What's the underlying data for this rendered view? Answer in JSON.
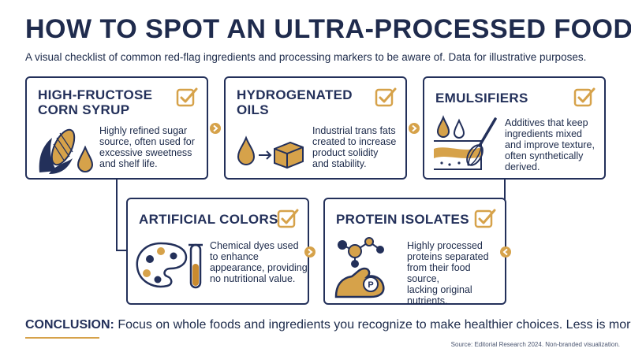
{
  "title": "HOW TO SPOT AN ULTRA-PROCESSED FOOD",
  "subtitle": "A visual checklist of common red-flag ingredients and processing markers to be aware of. Data for illustrative purposes.",
  "cards": [
    {
      "title_line1": "HIGH-FRUCTOSE",
      "title_line2": "CORN SYRUP",
      "desc_lines": [
        "Highly refined sugar",
        "source, often used for",
        "excessive sweetness",
        "and shelf life."
      ]
    },
    {
      "title_line1": "HYDROGENATED",
      "title_line2": "OILS",
      "desc_lines": [
        "Industrial trans fats",
        "created to increase",
        "product solidity",
        "and stability."
      ]
    },
    {
      "title_line1": "EMULSIFIERS",
      "title_line2": "",
      "desc_lines": [
        "Additives that keep",
        "ingredients mixed",
        "and improve texture,",
        "often synthetically",
        "derived."
      ]
    },
    {
      "title_line1": "ARTIFICIAL COLORS",
      "title_line2": "",
      "desc_lines": [
        "Chemical dyes used",
        "to enhance",
        "appearance, providing",
        "no nutritional value."
      ]
    },
    {
      "title_line1": "PROTEIN ISOLATES",
      "title_line2": "",
      "desc_lines": [
        "Highly processed",
        "proteins separated",
        "from their food source,",
        "lacking original",
        "nutrients."
      ]
    }
  ],
  "icons": {
    "protein_badge": "P"
  },
  "conclusion": {
    "label": "CONCLUSION:",
    "text": " Focus on whole foods and ingredients you recognize to make healthier choices. Less is more."
  },
  "source": "Source: Editorial Research 2024. Non-branded visualization.",
  "colors": {
    "navy": "#23305a",
    "gold": "#d6a24a",
    "amber": "#c98a2e"
  }
}
